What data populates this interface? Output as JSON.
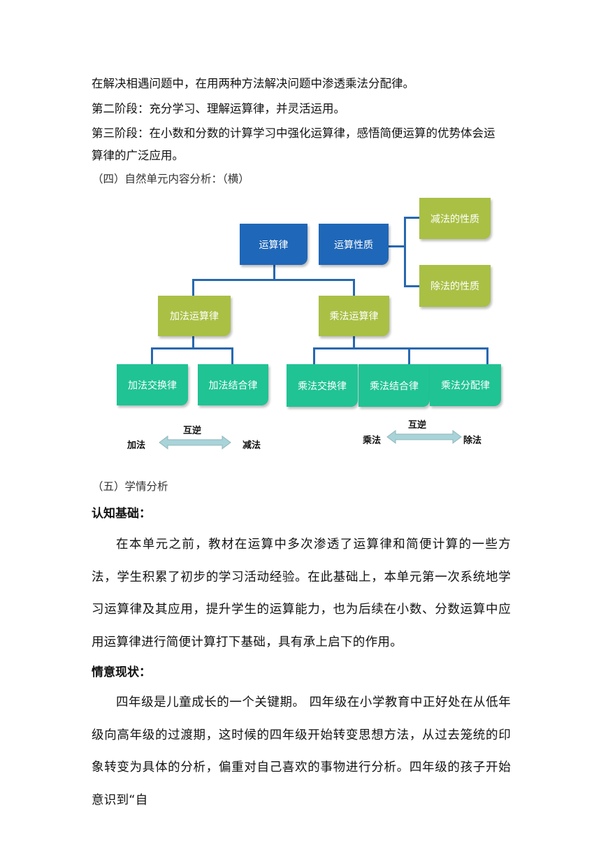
{
  "top_lines": [
    "在解决相遇问题中，在用两种方法解决问题中渗透乘法分配律。",
    "第二阶段：充分学习、理解运算律，并灵活运用。",
    "第三阶段：在小数和分数的计算学习中强化运算律，感悟简便运算的优势体会运",
    "算律的广泛应用。"
  ],
  "section_4_title": "（四）自然单元内容分析：（横）",
  "diagram": {
    "root": "运算律",
    "properties": "运算性质",
    "subtraction_property": "减法的性质",
    "division_property": "除法的性质",
    "addition_laws": "加法运算律",
    "multiplication_laws": "乘法运算律",
    "add_commutative": "加法交换律",
    "add_associative": "加法结合律",
    "mul_commutative": "乘法交换律",
    "mul_associative": "乘法结合律",
    "mul_distributive": "乘法分配律",
    "inverse_label_1": "互逆",
    "addition": "加法",
    "subtraction": "减法",
    "inverse_label_2": "互逆",
    "multiplication": "乘法",
    "division": "除法",
    "colors": {
      "blue": "#1f67b8",
      "olive": "#a9c045",
      "teal": "#20c394",
      "connector": "#2868b0",
      "arrow": "#a8d4d9"
    }
  },
  "section_5_title": "（五）学情分析",
  "cognitive_heading": "认知基础：",
  "cognitive_text": "在本单元之前，教材在运算中多次渗透了运算律和简便计算的一些方法，学生积累了初步的学习活动经验。在此基础上，本单元第一次系统地学习运算律及其应用，提升学生的运算能力，也为后续在小数、分数运算中应用运算律进行简便计算打下基础，具有承上启下的作用。",
  "emotion_heading": "情意现状：",
  "emotion_text": "四年级是儿童成长的一个关键期。 四年级在小学教育中正好处在从低年级向高年级的过渡期，这时候的四年级开始转变思想方法，从过去笼统的印象转变为具体的分析，偏重对自己喜欢的事物进行分析。四年级的孩子开始意识到“自"
}
